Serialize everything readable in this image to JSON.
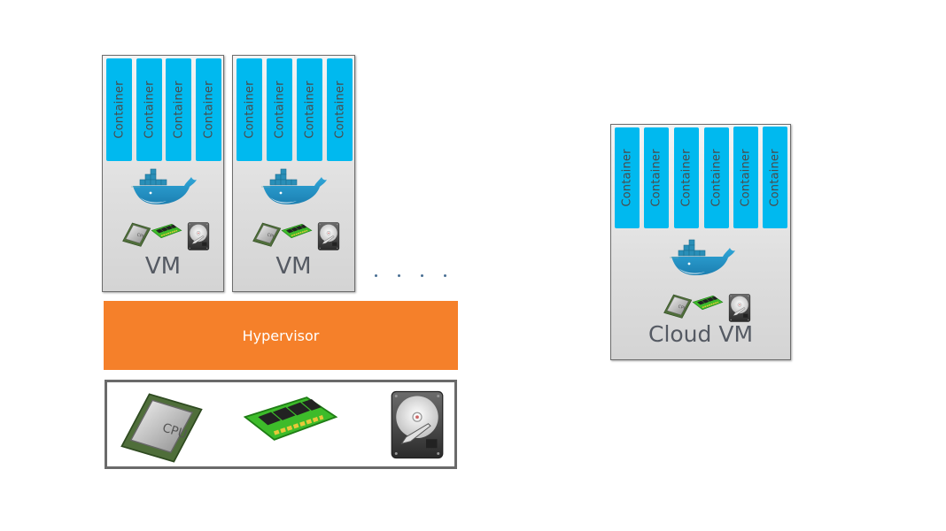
{
  "diagram": {
    "vms": [
      {
        "label": "VM",
        "containers": [
          "Container",
          "Container",
          "Container",
          "Container"
        ]
      },
      {
        "label": "VM",
        "containers": [
          "Container",
          "Container",
          "Container",
          "Container"
        ]
      }
    ],
    "ellipsis": ". . . .",
    "hypervisor": {
      "label": "Hypervisor",
      "color": "#F5802A"
    },
    "hardware": {
      "items": [
        {
          "icon": "cpu-icon",
          "label": "CPU"
        },
        {
          "icon": "ram-icon",
          "label": ""
        },
        {
          "icon": "hard-drive-icon",
          "label": ""
        }
      ]
    },
    "cloud_vm": {
      "label": "Cloud VM",
      "containers": [
        "Container",
        "Container",
        "Container",
        "Container",
        "Container",
        "Container"
      ]
    },
    "colors": {
      "container": "#00B9EF",
      "docker_whale": "#2496C8",
      "vm_background": "#DCDCDC",
      "border": "#6A6A6A"
    }
  }
}
